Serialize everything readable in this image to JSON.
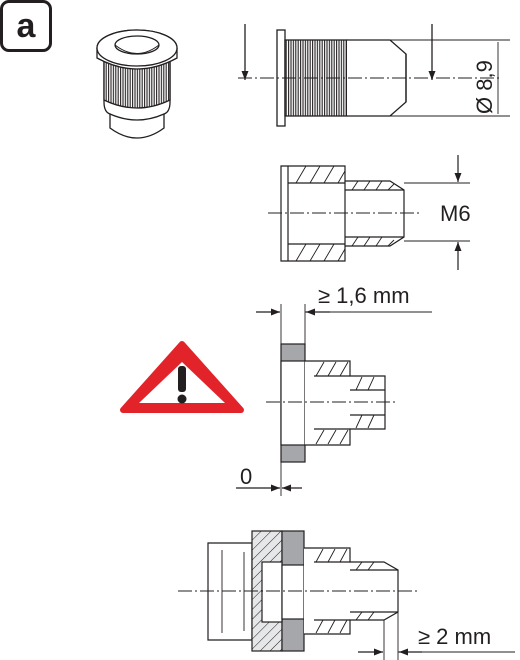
{
  "panel_label": "a",
  "dimensions": {
    "diameter": "Ø 8,9",
    "thread": "M6",
    "min_sheet": "≥ 1,6 mm",
    "zero_gap": "0",
    "min_protrusion": "≥ 2 mm"
  },
  "colors": {
    "warning_red": "#e2232a",
    "flange_gray": "#a5a7aa"
  },
  "icons": [
    "rivet-nut-3d-icon",
    "warning-triangle-icon"
  ]
}
